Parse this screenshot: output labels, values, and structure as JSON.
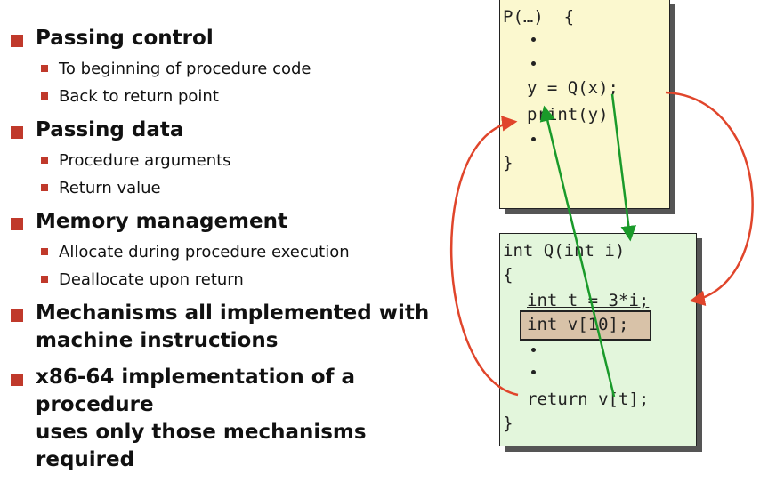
{
  "bullets": [
    {
      "title": "Passing control",
      "subs": [
        "To beginning of procedure code",
        "Back to return point"
      ]
    },
    {
      "title": "Passing data",
      "subs": [
        "Procedure arguments",
        "Return value"
      ]
    },
    {
      "title": "Memory management",
      "subs": [
        "Allocate during procedure execution",
        "Deallocate upon return"
      ]
    },
    {
      "title": "Mechanisms all implemented with",
      "title2": "machine instructions"
    },
    {
      "title": "x86-64 implementation of a procedure",
      "title2": "uses only those mechanisms required"
    }
  ],
  "code_p": {
    "header": "P(…)  {",
    "call": "y = Q(x);",
    "print": "print(y)",
    "close": "}"
  },
  "code_q": {
    "header": "int Q(int i)",
    "open": "{",
    "assign": "int t = 3*i;",
    "array": "int v[10];",
    "ret": "return v[t];",
    "close": "}"
  },
  "colors": {
    "bullet": "#c0392b",
    "arrow_red": "#e0452b",
    "arrow_green": "#1a9a2a"
  }
}
